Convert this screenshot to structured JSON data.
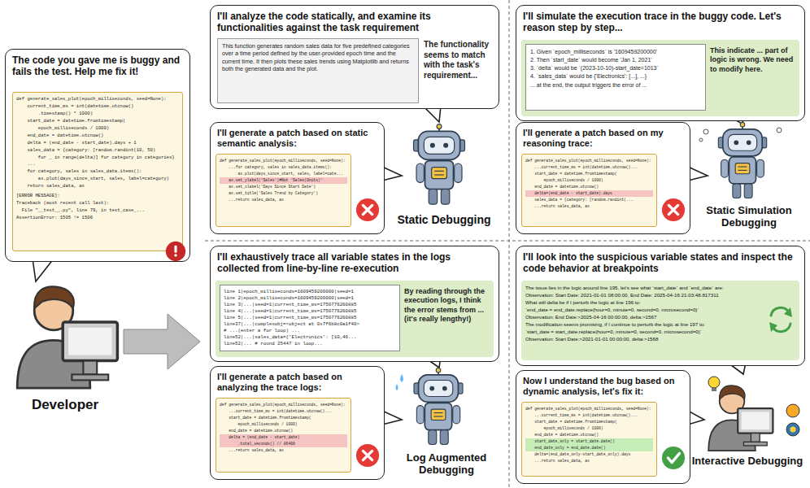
{
  "diagram": {
    "nodes": [
      {
        "text": [
          "The code you gave me is buggy and fails the test. Help me fix it!"
        ]
      },
      {
        "text": [
          "def generate_sales_plot(epoch_milliseconds, seed=None):",
          "    current_time_ms = int(datetime.utcnow()",
          "        .timestamp() * 1000)",
          "    start_date = datetime.fromtimestamp(",
          "        epoch_milliseconds / 1000)",
          "    end_date = datetime.utcnow()",
          "    delta = (end_date - start_date).days + 1",
          "    sales_data = {category: [random.randint(10, 50)",
          "        for _ in range(delta)] for category in categories}",
          "    ...",
          "    for category, sales in sales_data.items():",
          "        ax.plot(days_since_start, sales, label=category)",
          "    return sales_data, ax",
          "[ERROR MESSAGE]:",
          "Traceback (most recent call last):",
          "  File \"__test__.py\", line 79, in test_case_...",
          "AssertionError: 1505 != 1506"
        ],
        "in": 0
      },
      {
        "text": [
          "I'll analyze the code statically, and examine its functionalities against the task requirement",
          "The functionality seems to match with the task's requirement..."
        ]
      },
      {
        "text": [
          "This function generates random sales data for five predefined categories over a time period defined by the user-provided epoch time and the current time. It then plots these sales trends using Matplotlib and returns both the generated data and the plot."
        ],
        "in": 2
      },
      {
        "text": [
          "I'll generate a patch based on static semantic analysis:"
        ]
      },
      {
        "text": [
          "def generate_sales_plot(epoch_milliseconds, seed=None):",
          "    ...for category, sales in sales_data.items():",
          "        ax.plot(days_since_start, sales, label=cate...",
          "    ax.set_ylabel('Sales')#Not 'Sales(Units)'",
          "    ax.set_xlabel('Days Since Start Date')",
          "    ax.set_title('Sales Trend by Category')",
          "    ...return sales_data, ax"
        ],
        "in": 4
      },
      {
        "text": [
          "I'll simulate the execution trace in the buggy code. Let's reason step by step..."
        ]
      },
      {
        "text": [
          "This indicate ... part of logic is wrong. We need to modify here."
        ],
        "in": 6
      },
      {
        "text": [
          "1. Given `epoch_milliseconds` is '1609459200000'",
          "2. Then `start_date` would become 'Jan 1, 2021'",
          "3. `delta` would be `(2023-10-10)-start_date=1013`",
          "4. `sales_data` would be {'Electronics': [...], ...}",
          "... at the end, the output triggers the error of ..."
        ],
        "in": 7
      },
      {
        "text": [
          "I'll generate a patch based on my reasoning trace:"
        ]
      },
      {
        "text": [
          "def generate_sales_plot(epoch_milliseconds, seed=None):",
          "    ...current_time_ms = int(datetime.utcnow()...",
          "    start_date = datetime.fromtimestamp(",
          "        epoch_milliseconds / 1000)",
          "    end_date = datetime.utcnow()",
          "    delta=(end_date - start_date).days",
          "    sales_data = {category: [random.randint(...",
          "    ...return sales_data, ax"
        ],
        "in": 9
      },
      {
        "text": [
          "I'll exhaustively trace all variable states in the logs collected from line-by-line re-execution"
        ]
      },
      {
        "text": [
          "By reading through the execution logs, I think the error stems from ... (it's really lengthy!)"
        ],
        "in": 11
      },
      {
        "text": [
          "line 1|epoch_milliseconds=1609459200000|seed=1",
          "line 2|epoch_milliseconds=1609459200000|seed=1",
          "line 3|...|seed=1|current_time_ms=1750776260885",
          "line 4|...|seed=1|current_time_ms=1750776260885",
          "line 5|...|seed=1|current_time_ms=1750776260885",
          "line37|...|complexobj=<object at 0x7f6b8c0a1f40>",
          "# ...(enter a for loop) ...",
          "line52|...|sales_data={'Electronics': [10,46...",
          "line52|... # round 25447 in loop..."
        ],
        "in": 12
      },
      {
        "text": [
          "I'll generate a patch based on analyzing the trace logs:"
        ]
      },
      {
        "text": [
          "def generate_sales_plot(epoch_milliseconds, seed=None):",
          "    ...current_time_ms = int(datetime.utcnow()...",
          "    start_date = datetime.fromtimestamp(",
          "        epoch_milliseconds / 1000)",
          "    end_date = datetime.utcnow()",
          "    delta = (end_date - start_date)",
          "        .total_seconds() // 86400",
          "    ...return sales_data, ax"
        ],
        "in": 14
      },
      {
        "text": [
          "I'll look into the suspicious variable states and inspect the code behavior at breakpoints"
        ]
      },
      {
        "text": [
          "The issue lies in the logic around line 195, let's see what `start_date` and `end_date` are:",
          "Observation: Start Date: 2021-01-01 08:00:00, End Date: 2025-04-16 21:03:48.817311",
          "What will delta be if I perturb the logic at line 196 to:",
          "`end_date = end_date.replace(hour=0, minute=0, second=0, microsecond=0)`",
          "Observation: End Date:>2025-04-16 00:00:00, delta:>1567",
          "The modification seems promising, if I continue to perturb the logic at line 197 to:",
          "`start_date = start_date.replace(hour=0, minute=0, second=0, microsecond=0)`",
          "Observation: Start Date:>2021-01-01 00:00:00, delta:>1568"
        ],
        "in": 16
      },
      {
        "text": [
          "Now I understand the bug based on dynamic analysis, let's fix it:"
        ]
      },
      {
        "text": [
          "def generate_sales_plot(epoch_milliseconds, seed=None):",
          "    ...current_time_ms = int(datetime.utcnow()...",
          "    start_date = datetime.fromtimestamp(",
          "        epoch_milliseconds / 1000)",
          "    end_date = datetime.utcnow()",
          "    start_date_only = start_date.date()",
          "    end_date_only = end_date.date()",
          "    delta=(end_date_only-start_date_only).days",
          "    ...return sales_data, ax"
        ],
        "in": 18
      }
    ],
    "labels": [
      "Developer",
      "Static Debugging",
      "Static Simulation Debugging",
      "Log Augmented Debugging",
      "Interactive Debugging"
    ]
  }
}
